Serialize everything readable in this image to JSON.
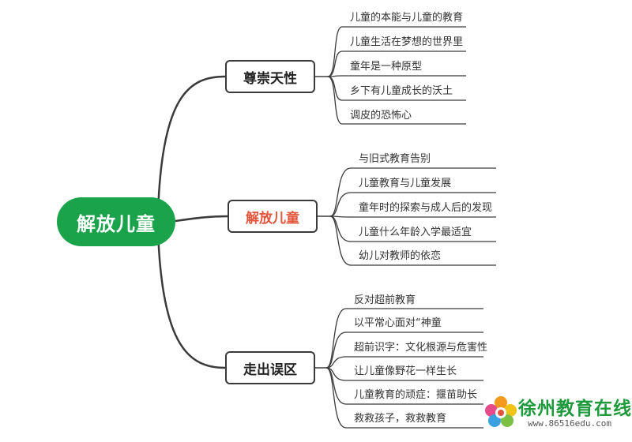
{
  "root": {
    "label": "解放儿童",
    "color": "#1aa34a"
  },
  "branches": [
    {
      "label": "尊崇天性",
      "highlight": false,
      "children": [
        "儿童的本能与儿童的教育",
        "儿童生活在梦想的世界里",
        "童年是一种原型",
        "乡下有儿童成长的沃土",
        "调皮的恐怖心"
      ]
    },
    {
      "label": "解放儿童",
      "highlight": true,
      "highlight_color": "#e2553a",
      "children": [
        "与旧式教育告别",
        "儿童教育与儿童发展",
        "童年时的探索与成人后的发现",
        "儿童什么年龄入学最适宜",
        "幼儿对教师的依恋"
      ]
    },
    {
      "label": "走出误区",
      "highlight": false,
      "children": [
        "反对超前教育",
        "以平常心面对“神童",
        "超前识字：文化根源与危害性",
        "让儿童像野花一样生长",
        "儿童教育的顽症：揠苗助长",
        "救救孩子，救救教育"
      ]
    }
  ],
  "watermark": {
    "title": "徐州教育在线",
    "url": "www.86516edu.com",
    "icon": "flower-logo-icon"
  }
}
